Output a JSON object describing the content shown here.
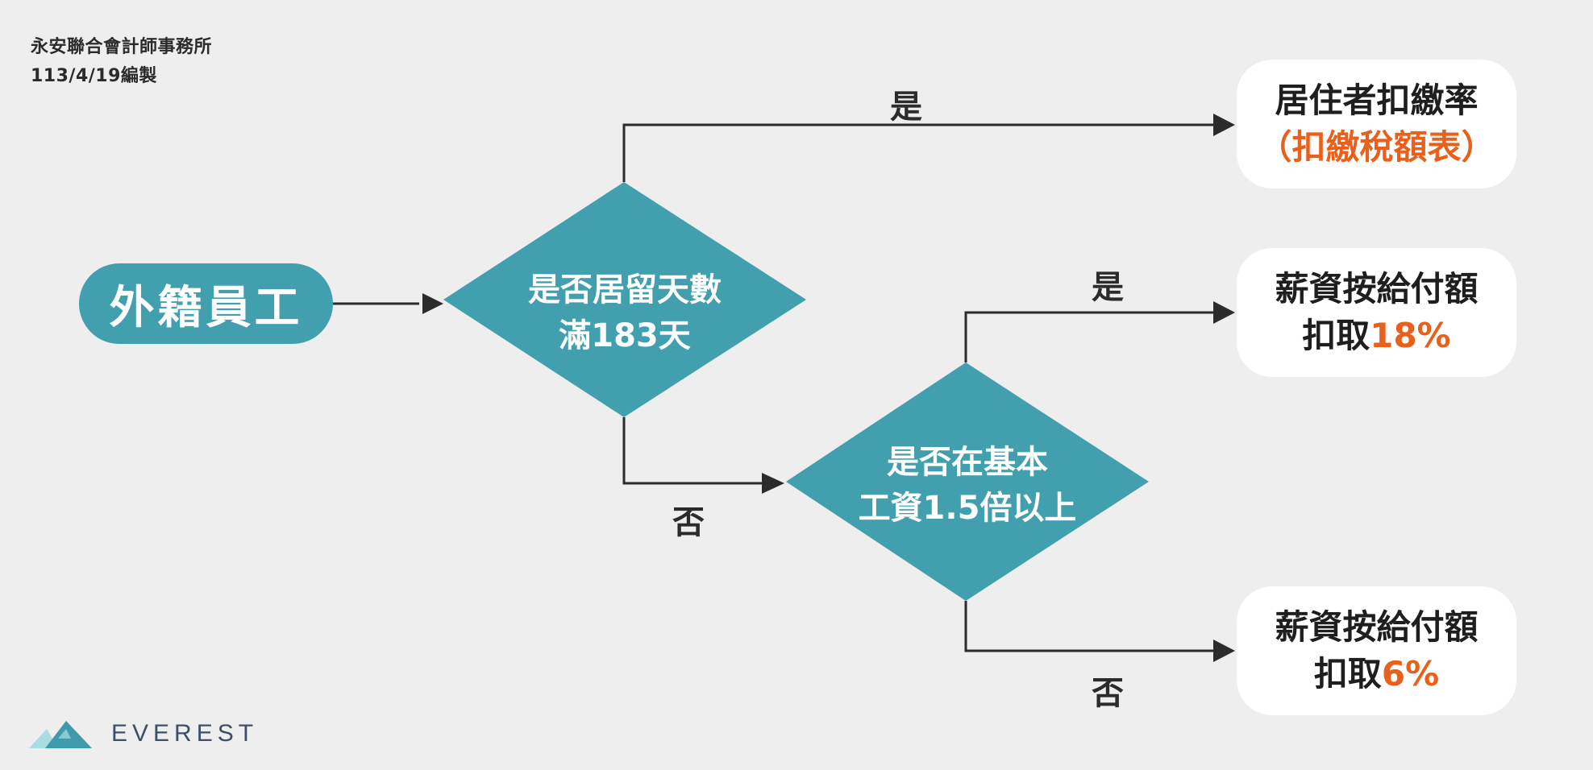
{
  "header": {
    "firm": "永安聯合會計師事務所",
    "date": "113/4/19編製"
  },
  "start": {
    "label": "外籍員工"
  },
  "decisions": [
    {
      "line1": "是否居留天數",
      "line2": "滿183天"
    },
    {
      "line1": "是否在基本",
      "line2": "工資1.5倍以上"
    }
  ],
  "results": [
    {
      "line1": "居住者扣繳率",
      "line2": "（扣繳稅額表）",
      "line2_accent": ""
    },
    {
      "line1": "薪資按給付額",
      "line2_prefix": "扣取",
      "line2_accent": "18%"
    },
    {
      "line1": "薪資按給付額",
      "line2_prefix": "扣取",
      "line2_accent": "6%"
    }
  ],
  "edge_labels": {
    "yes1": "是",
    "yes2": "是",
    "no1": "否",
    "no2": "否"
  },
  "logo": {
    "text": "EVEREST",
    "icon": "mountain-icon"
  },
  "colors": {
    "background": "#eeeeee",
    "teal": "#42a0ae",
    "accent": "#e8601c",
    "arrow": "#2b2b2b",
    "logo_light": "#a9dde3",
    "logo_dark": "#3f9aab"
  }
}
